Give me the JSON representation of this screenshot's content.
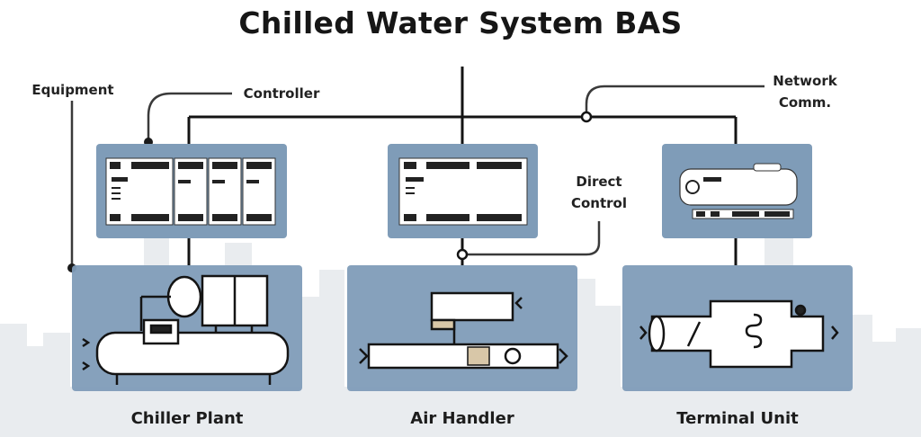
{
  "title": "Chilled Water System BAS",
  "labels": {
    "equipment": "Equipment",
    "controller": "Controller",
    "network_line1": "Network",
    "network_line2": "Comm.",
    "direct_line1": "Direct",
    "direct_line2": "Control"
  },
  "units": [
    {
      "name": "Chiller Plant"
    },
    {
      "name": "Air Handler"
    },
    {
      "name": "Terminal Unit"
    }
  ],
  "colors": {
    "panel": "#7f9cb8",
    "panel_dark": "#6f8eac",
    "line": "#141414",
    "skyline": "#e7eaed"
  }
}
